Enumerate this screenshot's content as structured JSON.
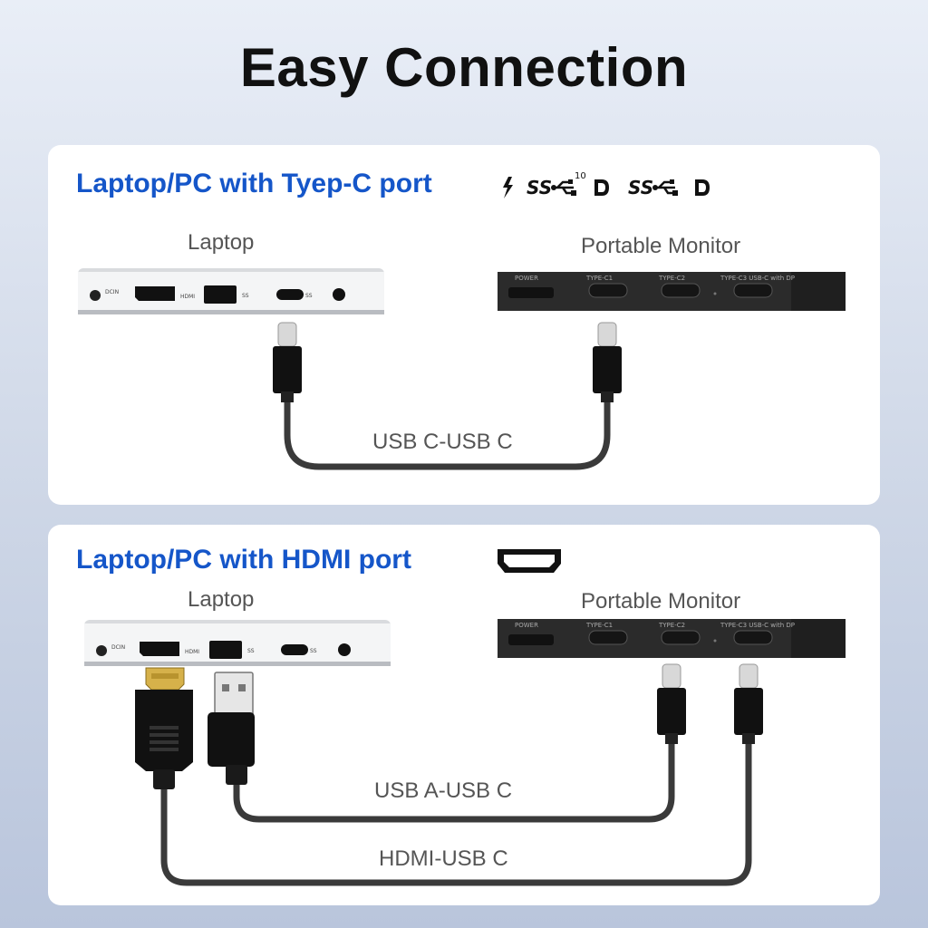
{
  "title": "Easy Connection",
  "section1": {
    "heading": "Laptop/PC with Tyep-C port",
    "laptop_label": "Laptop",
    "monitor_label": "Portable Monitor",
    "cable_label": "USB C-USB C",
    "icons": [
      "thunderbolt-icon",
      "superspeed-10-usb-icon",
      "displayport-icon",
      "superspeed-usb-icon",
      "displayport-icon"
    ],
    "usb_10_label": "10"
  },
  "section2": {
    "heading": "Laptop/PC with HDMI port",
    "laptop_label": "Laptop",
    "monitor_label": "Portable Monitor",
    "cable_label_1": "USB A-USB C",
    "cable_label_2": "HDMI-USB C",
    "icons": [
      "hdmi-port-icon"
    ]
  },
  "monitor_ports": {
    "power": "POWER",
    "c1": "TYPE-C1",
    "c2": "TYPE-C2",
    "c3": "TYPE-C3 USB-C with DP"
  },
  "laptop_ports": {
    "dc": "DCIN",
    "hdmi": "HDMI",
    "ss": "SS"
  },
  "colors": {
    "heading": "#1556c9",
    "cable": "#3a3a3a",
    "monitor": "#2b2b2b"
  }
}
